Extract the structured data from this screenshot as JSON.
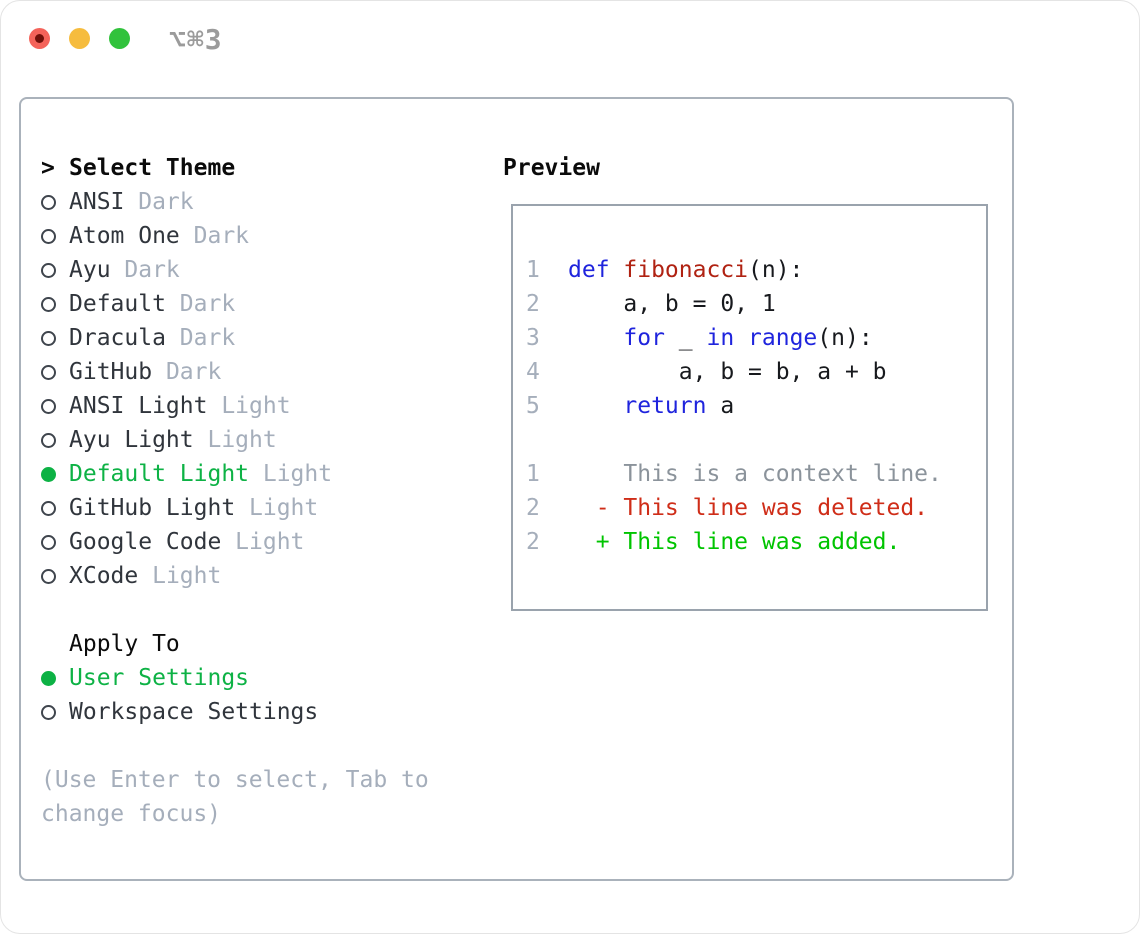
{
  "colors": {
    "selected_green": "#0db245",
    "added_green": "#00c400",
    "deleted_red": "#cf2d18",
    "keyword_blue": "#1f24dd",
    "function_red": "#b02212",
    "muted_gray": "#a5aebb",
    "context_gray": "#8b939b",
    "text_dark": "#30353c",
    "heading_black": "#0b0b0b",
    "code_plain": "#17191d",
    "panel_border": "#aab2bb",
    "preview_border": "#9aa3ad",
    "traffic_red": "#f4635a",
    "traffic_red_dot": "#70100a",
    "traffic_yellow": "#f6bc3e",
    "traffic_green": "#31c23c",
    "hotkey_gray": "#9b9b9b"
  },
  "window": {
    "hotkey_label": "⌥⌘3",
    "traffic_lights": [
      "close",
      "minimize",
      "zoom"
    ]
  },
  "theme_list": {
    "prompt_symbol": ">",
    "title": "Select Theme",
    "items": [
      {
        "name": "ANSI",
        "variant": "Dark",
        "selected": false
      },
      {
        "name": "Atom One",
        "variant": "Dark",
        "selected": false
      },
      {
        "name": "Ayu",
        "variant": "Dark",
        "selected": false
      },
      {
        "name": "Default",
        "variant": "Dark",
        "selected": false
      },
      {
        "name": "Dracula",
        "variant": "Dark",
        "selected": false
      },
      {
        "name": "GitHub",
        "variant": "Dark",
        "selected": false
      },
      {
        "name": "ANSI Light",
        "variant": "Light",
        "selected": false
      },
      {
        "name": "Ayu Light",
        "variant": "Light",
        "selected": false
      },
      {
        "name": "Default Light",
        "variant": "Light",
        "selected": true
      },
      {
        "name": "GitHub Light",
        "variant": "Light",
        "selected": false
      },
      {
        "name": "Google Code",
        "variant": "Light",
        "selected": false
      },
      {
        "name": "XCode",
        "variant": "Light",
        "selected": false
      }
    ]
  },
  "apply_to": {
    "title": "Apply To",
    "options": [
      {
        "name": "User Settings",
        "selected": true
      },
      {
        "name": "Workspace Settings",
        "selected": false
      }
    ]
  },
  "hint_lines": [
    "(Use Enter to select, Tab to",
    "change focus)"
  ],
  "preview": {
    "title": "Preview",
    "code_lines": [
      {
        "num": "1",
        "segments": [
          {
            "text": "def ",
            "style": "keyword"
          },
          {
            "text": "fibonacci",
            "style": "function"
          },
          {
            "text": "(n):",
            "style": "plain"
          }
        ]
      },
      {
        "num": "2",
        "segments": [
          {
            "text": "    a, b = 0, 1",
            "style": "plain"
          }
        ]
      },
      {
        "num": "3",
        "segments": [
          {
            "text": "    ",
            "style": "plain"
          },
          {
            "text": "for",
            "style": "keyword"
          },
          {
            "text": " _ ",
            "style": "plain"
          },
          {
            "text": "in",
            "style": "keyword"
          },
          {
            "text": " ",
            "style": "plain"
          },
          {
            "text": "range",
            "style": "keyword"
          },
          {
            "text": "(n):",
            "style": "plain"
          }
        ]
      },
      {
        "num": "4",
        "segments": [
          {
            "text": "        a, b = b, a + b",
            "style": "plain"
          }
        ]
      },
      {
        "num": "5",
        "segments": [
          {
            "text": "    ",
            "style": "plain"
          },
          {
            "text": "return",
            "style": "keyword"
          },
          {
            "text": " a",
            "style": "plain"
          }
        ]
      }
    ],
    "diff_lines": [
      {
        "num": "1",
        "text": "    This is a context line.",
        "type": "context"
      },
      {
        "num": "2",
        "text": "  - This line was deleted.",
        "type": "deleted"
      },
      {
        "num": "2",
        "text": "  + This line was added.",
        "type": "added"
      }
    ]
  }
}
